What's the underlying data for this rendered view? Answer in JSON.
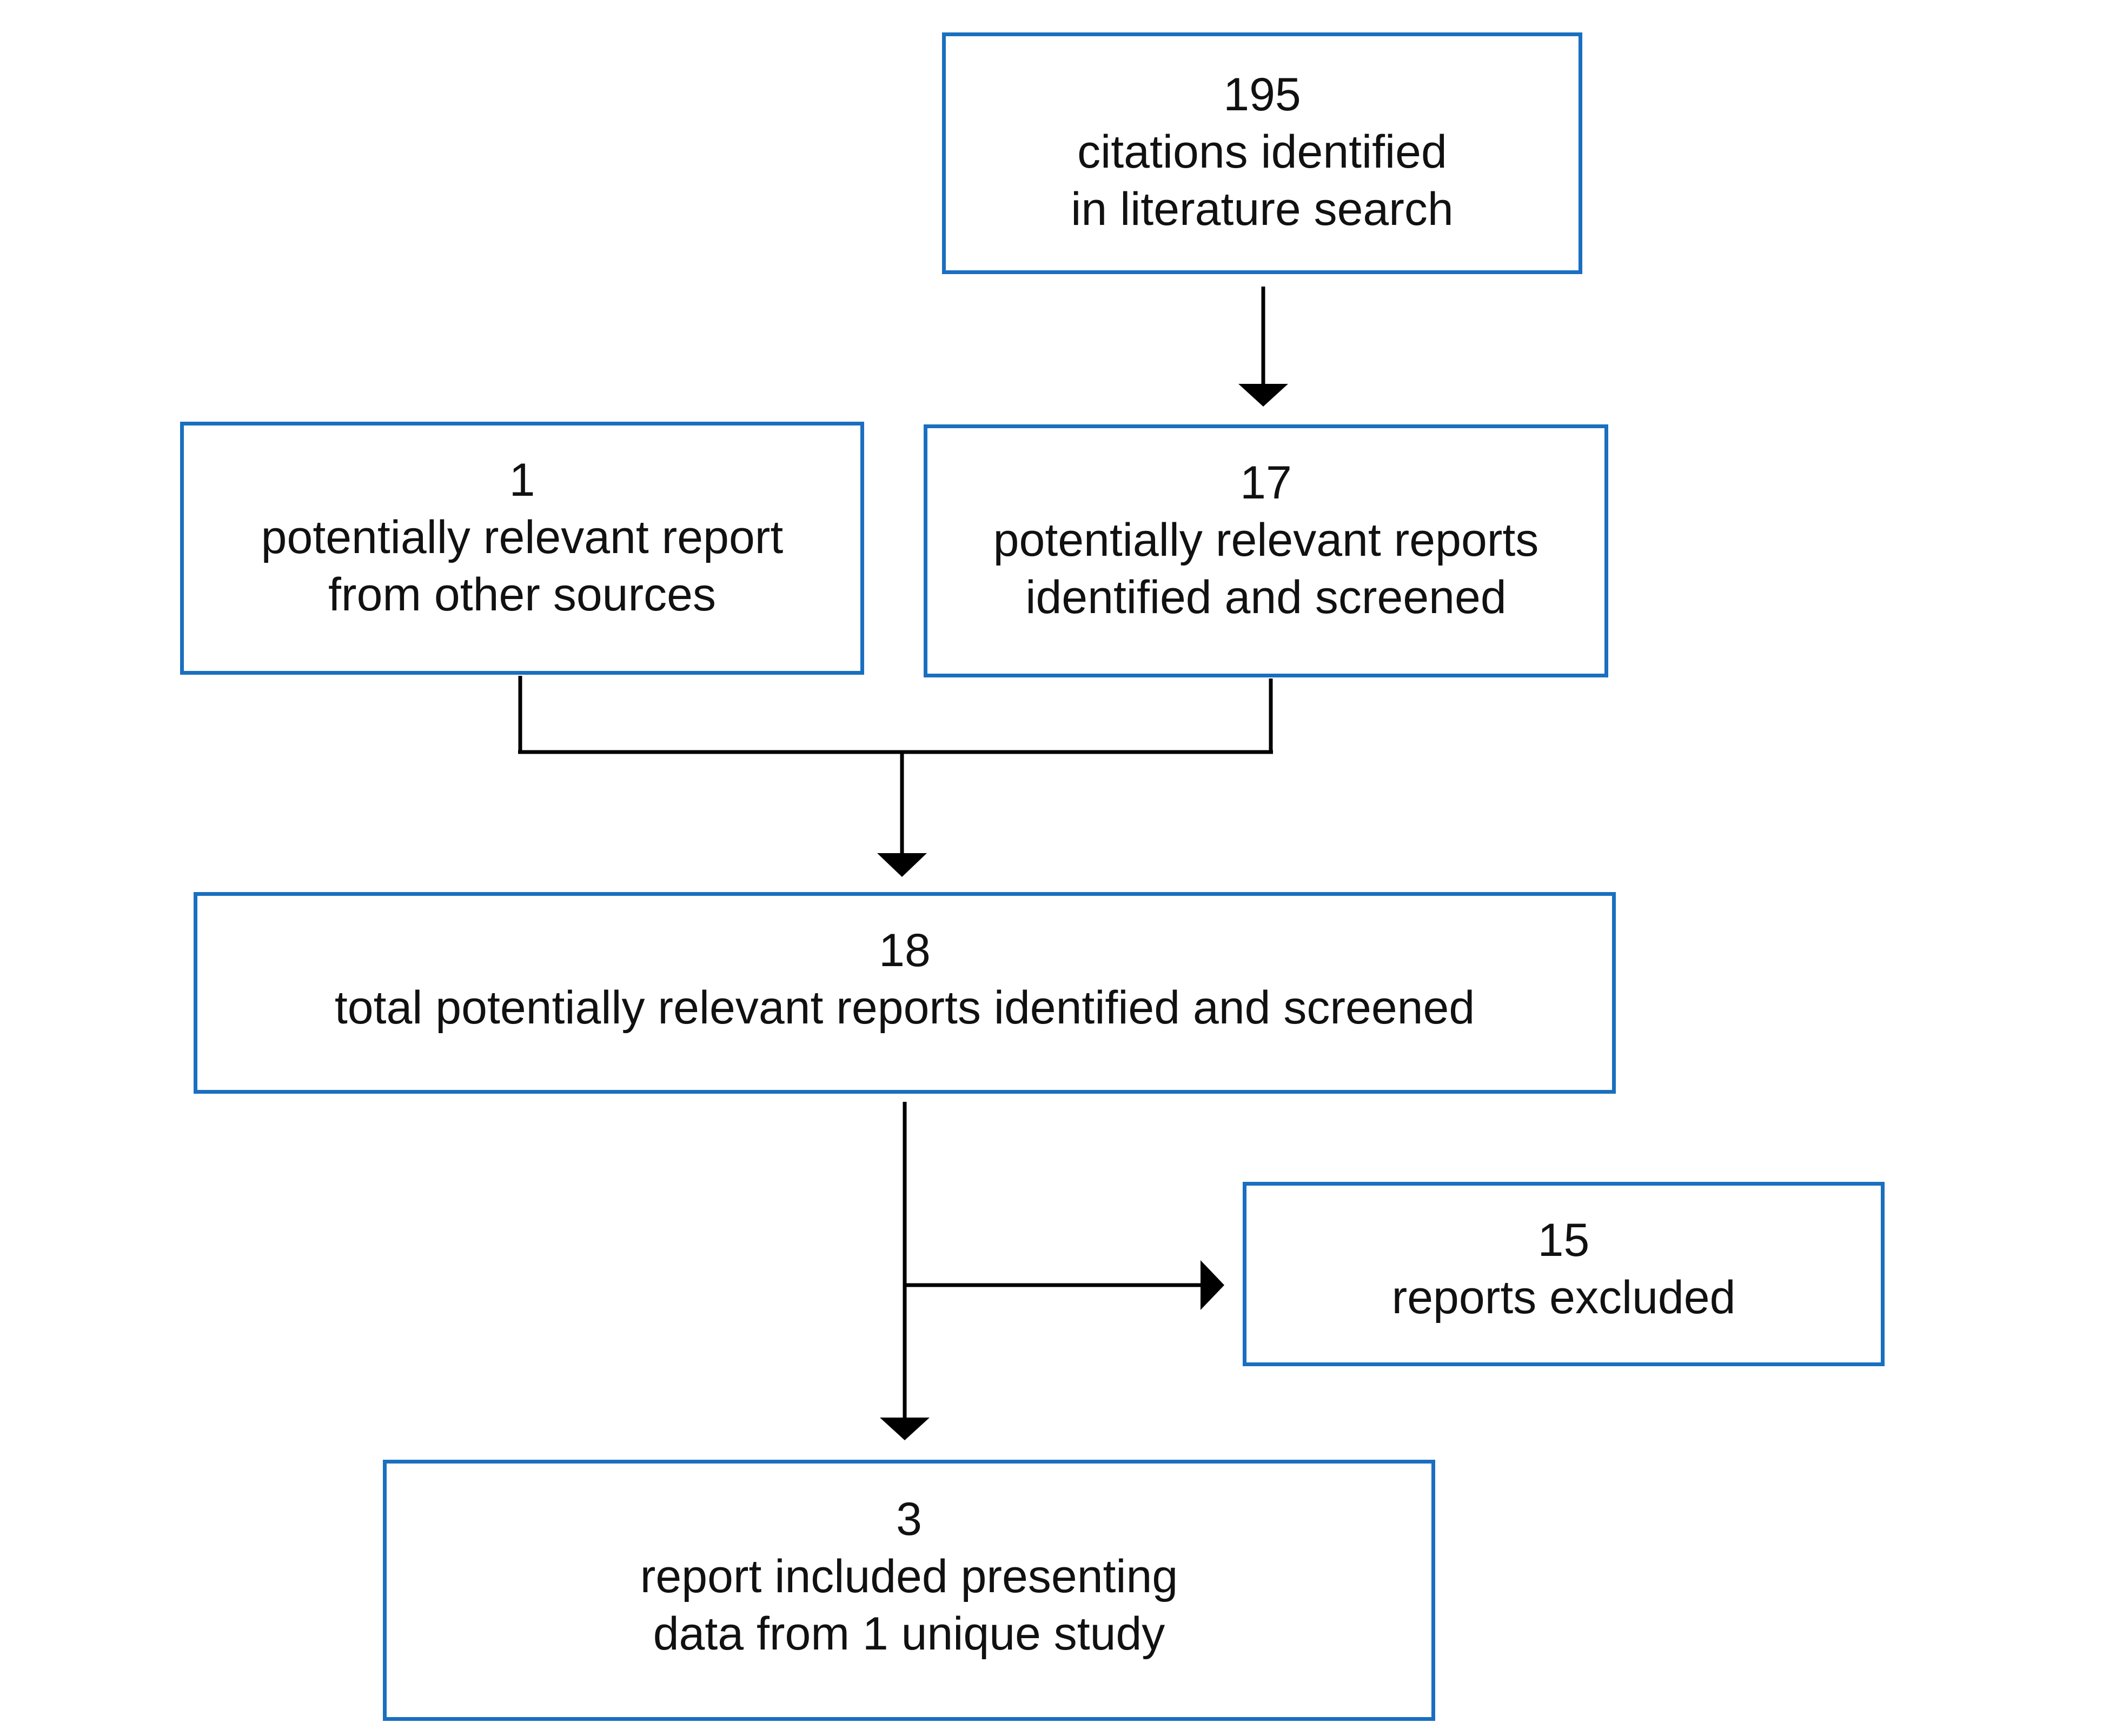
{
  "boxes": {
    "search": {
      "count": "195",
      "lines": [
        "citations identified",
        "in literature search"
      ]
    },
    "other_sources": {
      "count": "1",
      "lines": [
        "potentially relevant report",
        "from other sources"
      ]
    },
    "screened": {
      "count": "17",
      "lines": [
        "potentially relevant reports",
        "identified and screened"
      ]
    },
    "total": {
      "count": "18",
      "lines": [
        "total potentially relevant reports identified and screened"
      ]
    },
    "excluded": {
      "count": "15",
      "lines": [
        "reports excluded"
      ]
    },
    "included": {
      "count": "3",
      "lines": [
        "report included presenting",
        "data from 1 unique study"
      ]
    }
  },
  "colors": {
    "box_border": "#1a6fc0",
    "connector": "#000000",
    "text": "#111111"
  }
}
